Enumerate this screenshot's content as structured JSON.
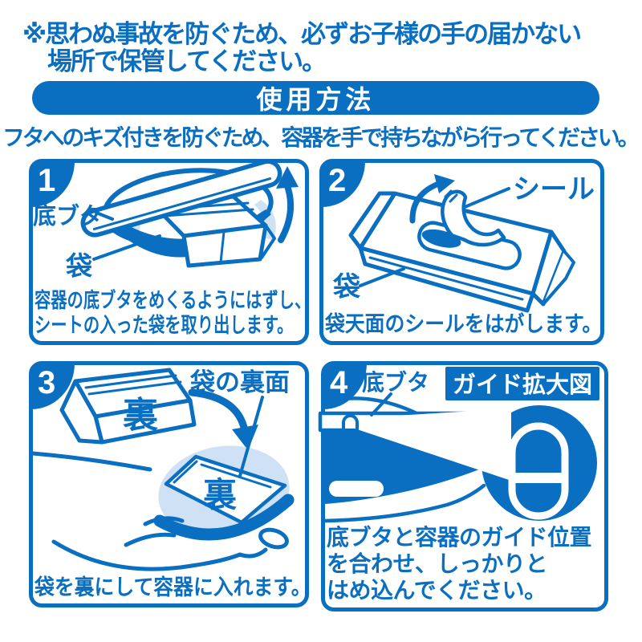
{
  "colors": {
    "primary": "#0a6fc0",
    "light_blue": "#cfe2f5",
    "text_on_primary": "#ffffff"
  },
  "warning": {
    "line1": "※思わぬ事故を防ぐため、必ずお子様の手の届かない",
    "line2": "場所で保管してください。"
  },
  "header": {
    "title": "使用方法"
  },
  "note": "フタへのキズ付きを防ぐため、容器を手で持ちながら行ってください。",
  "steps": [
    {
      "number": "1",
      "labels": {
        "bottom_lid": "底ブタ",
        "bag": "袋"
      },
      "caption": [
        "容器の底ブタをめくるようにはずし、",
        "シートの入った袋を取り出します。"
      ]
    },
    {
      "number": "2",
      "labels": {
        "seal": "シール",
        "bag": "袋"
      },
      "caption": [
        "袋天面のシールをはがします。"
      ]
    },
    {
      "number": "3",
      "labels": {
        "back_on_bag": "裏",
        "bag_back_side": "袋の裏面",
        "back_in_container": "裏"
      },
      "caption": [
        "袋を裏にして容器に入れます。"
      ]
    },
    {
      "number": "4",
      "labels": {
        "bottom_lid": "底ブタ",
        "guide_zoom": "ガイド拡大図"
      },
      "caption": [
        "底ブタと容器のガイド位置",
        "を合わせ、しっかりと",
        "はめ込んでください。"
      ]
    }
  ]
}
